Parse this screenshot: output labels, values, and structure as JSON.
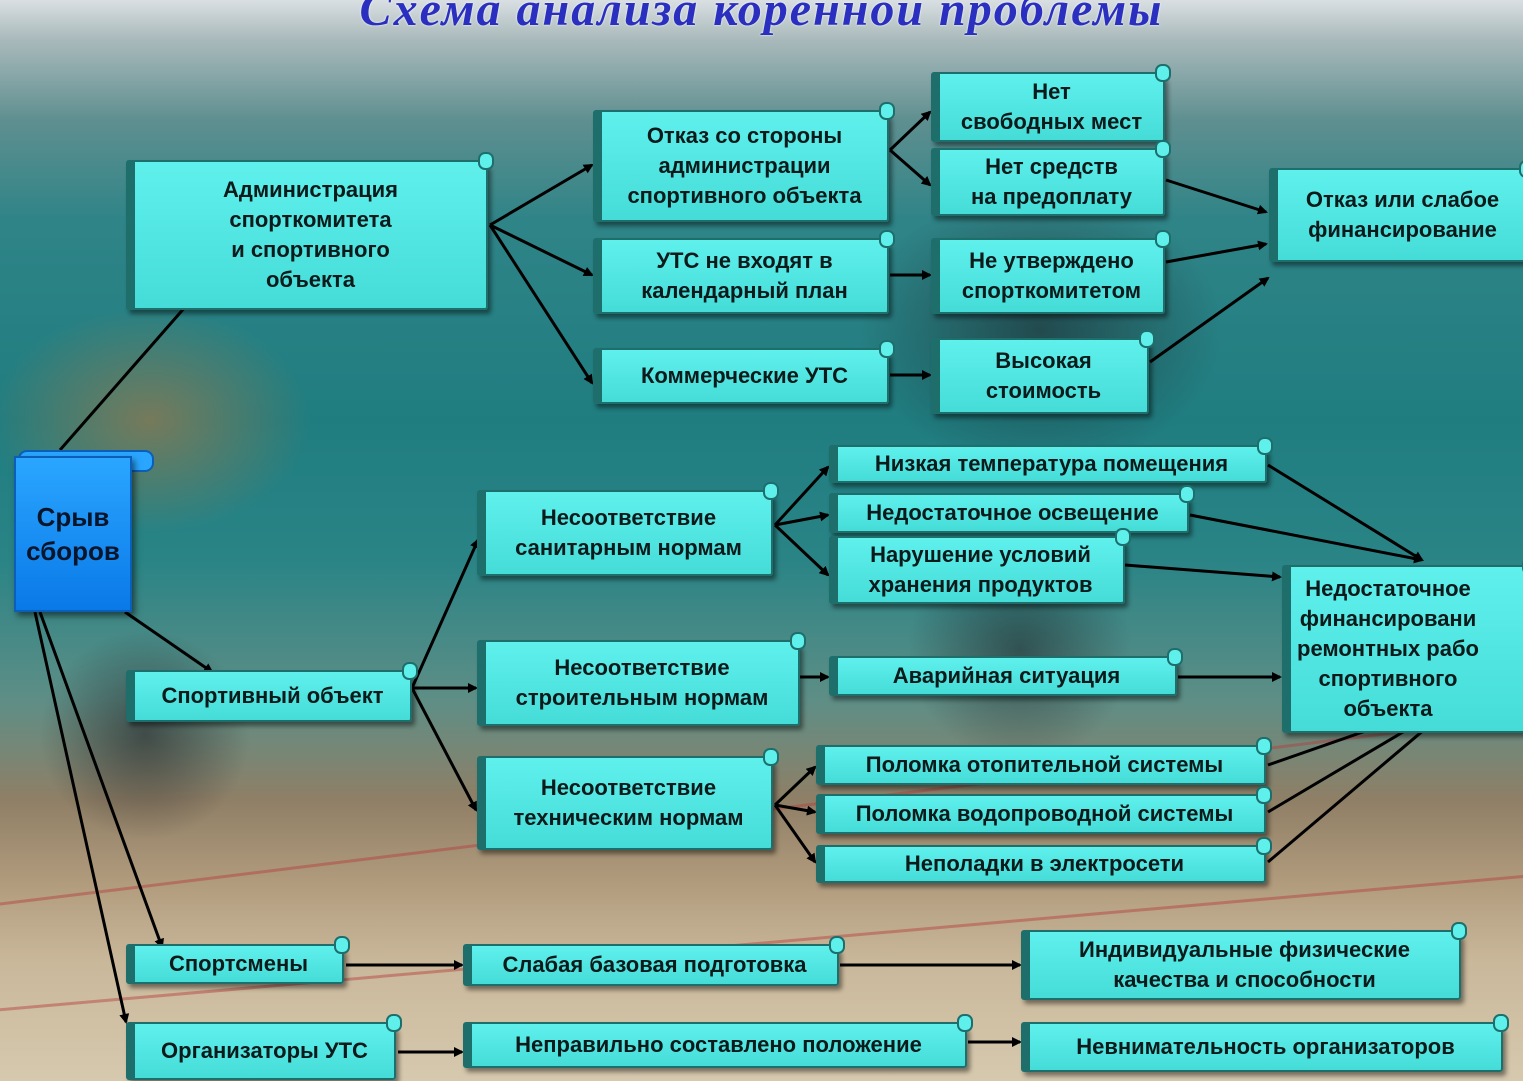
{
  "title": "Схема анализа коренной проблемы",
  "root": "Срыв\nсборов",
  "nodes": {
    "admin": "Администрация\nспорткомитета\nи спортивного\nобъекта",
    "refusal_admin": "Отказ со стороны\nадминистрации\nспортивного объекта",
    "no_places": "Нет\nсвободных мест",
    "no_prepay": "Нет средств\nна предоплату",
    "not_in_plan": "УТС не входят в\nкалендарный план",
    "not_approved": "Не утверждено\nспорткомитетом",
    "commercial": "Коммерческие УТС",
    "high_cost": "Высокая\nстоимость",
    "weak_funding": "Отказ или слабое\nфинансирование",
    "facility": "Спортивный объект",
    "sanitary": "Несоответствие\nсанитарным нормам",
    "low_temp": "Низкая температура помещения",
    "low_light": "Недостаточное освещение",
    "storage": "Нарушение условий\nхранения продуктов",
    "building": "Несоответствие\nстроительным нормам",
    "emergency": "Аварийная ситуация",
    "repair_funding": "Недостаточное\nфинансировани\nремонтных рабо\nспортивного\nобъекта",
    "technical": "Несоответствие\nтехническим нормам",
    "heating": "Поломка отопительной системы",
    "plumbing": "Поломка водопроводной системы",
    "electric": "Неполадки в электросети",
    "athletes": "Спортсмены",
    "weak_basic": "Слабая базовая подготовка",
    "individual": "Индивидуальные физические\nкачества и способности",
    "organizers": "Организаторы УТС",
    "wrong_rules": "Неправильно составлено положение",
    "inattention": "Невнимательность организаторов"
  }
}
